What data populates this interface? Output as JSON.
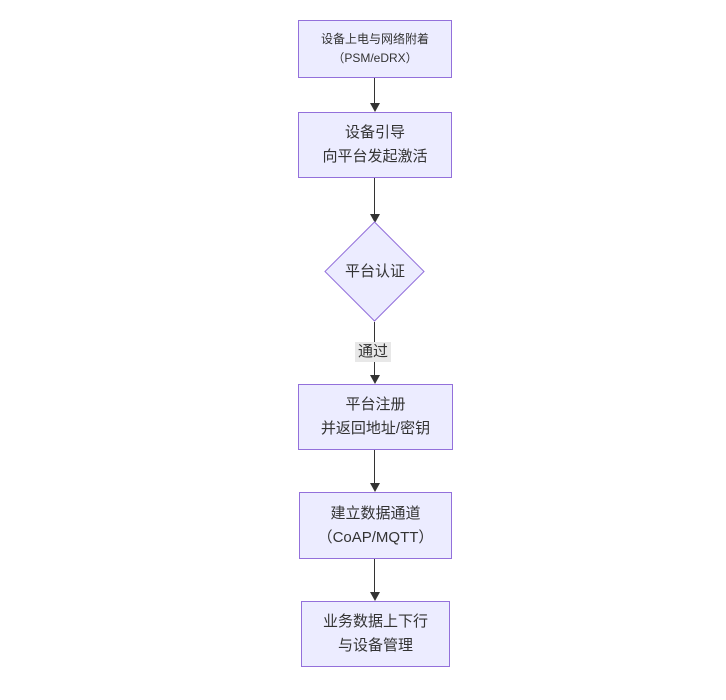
{
  "diagram": {
    "type": "flowchart",
    "direction": "top-down",
    "nodes": [
      {
        "id": "power-on",
        "shape": "rect",
        "label_lines": [
          "设备上电与网络附着",
          "（PSM/eDRX）"
        ]
      },
      {
        "id": "bootstrap",
        "shape": "rect",
        "label_lines": [
          "设备引导",
          "向平台发起激活"
        ]
      },
      {
        "id": "platform-auth",
        "shape": "diamond",
        "label_lines": [
          "平台认证"
        ]
      },
      {
        "id": "register",
        "shape": "rect",
        "label_lines": [
          "平台注册",
          "并返回地址/密钥"
        ]
      },
      {
        "id": "data-channel",
        "shape": "rect",
        "label_lines": [
          "建立数据通道",
          "（CoAP/MQTT）"
        ]
      },
      {
        "id": "business-data",
        "shape": "rect",
        "label_lines": [
          "业务数据上下行",
          "与设备管理"
        ]
      }
    ],
    "edges": [
      {
        "from": "power-on",
        "to": "bootstrap",
        "label": ""
      },
      {
        "from": "bootstrap",
        "to": "platform-auth",
        "label": ""
      },
      {
        "from": "platform-auth",
        "to": "register",
        "label": "通过"
      },
      {
        "from": "register",
        "to": "data-channel",
        "label": ""
      },
      {
        "from": "data-channel",
        "to": "business-data",
        "label": ""
      }
    ],
    "colors": {
      "node_fill": "#ECECFF",
      "node_border": "#9370DB",
      "edge_line": "#333333",
      "edge_label_bg": "#e8e8e8",
      "text": "#333333",
      "background": "#ffffff"
    }
  }
}
